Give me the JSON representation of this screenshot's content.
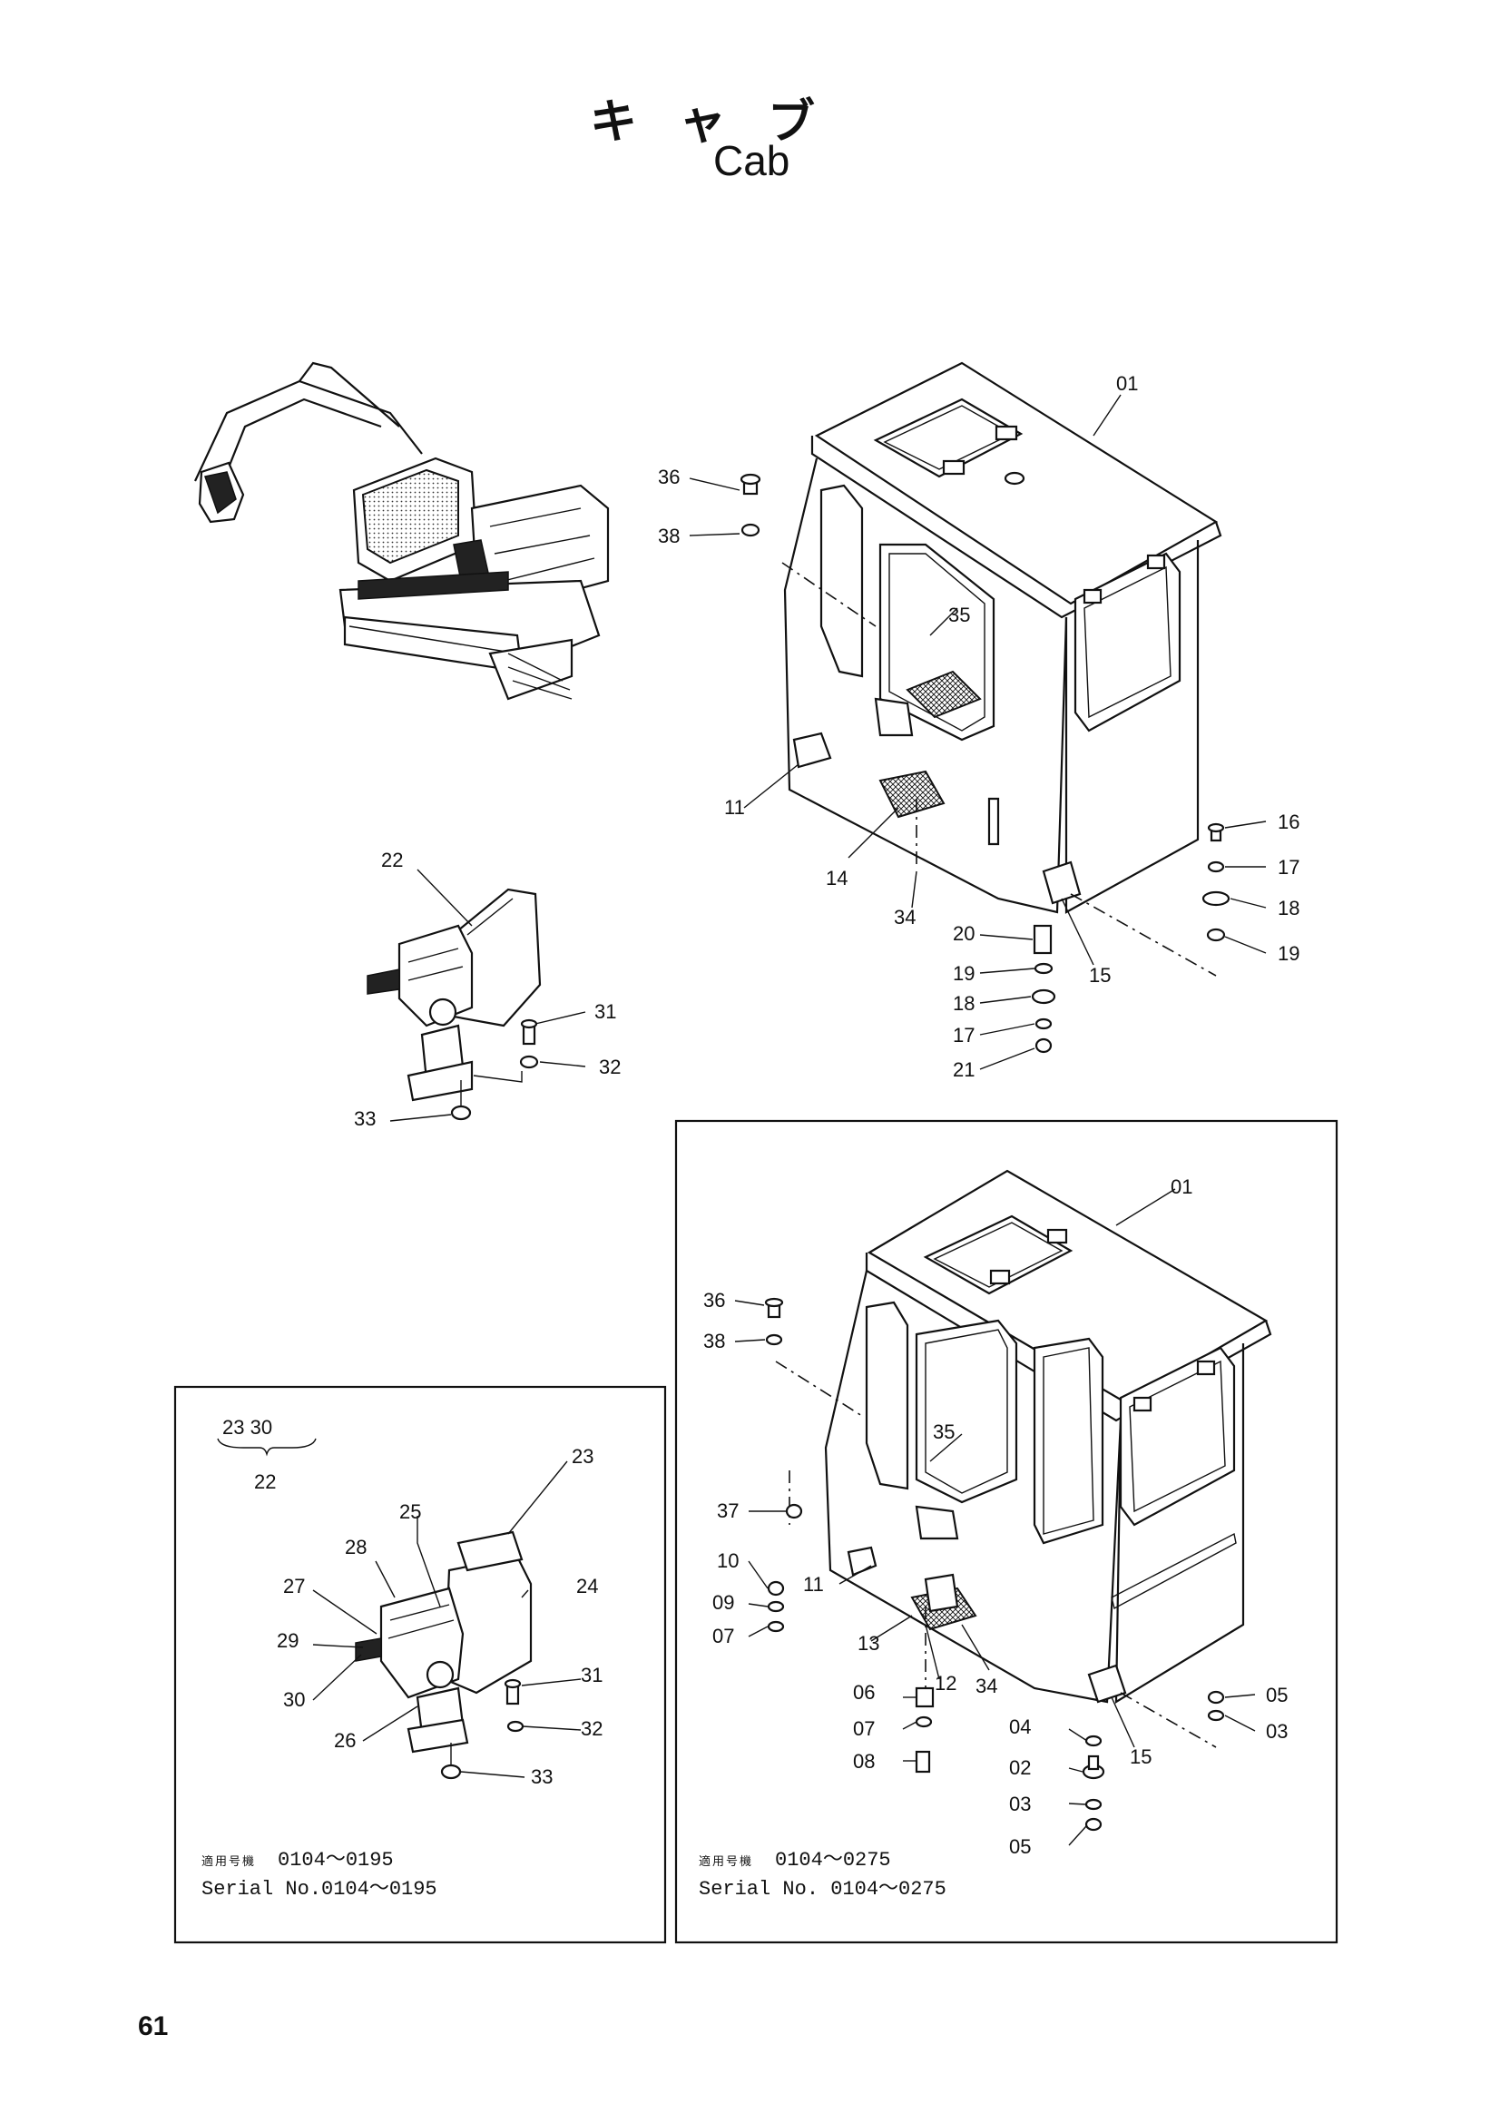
{
  "title_jp": "キャブ",
  "title_en": "Cab",
  "page_number": "61",
  "callouts_main": [
    "01",
    "36",
    "38",
    "35",
    "11",
    "14",
    "34",
    "16",
    "17",
    "18",
    "19",
    "20",
    "19",
    "15",
    "18",
    "17",
    "21",
    "22",
    "31",
    "32",
    "33"
  ],
  "callouts_inset_left": [
    "25",
    "23",
    "28",
    "27",
    "24",
    "29",
    "30",
    "31",
    "32",
    "26",
    "33"
  ],
  "callouts_inset_right": [
    "01",
    "36",
    "38",
    "35",
    "37",
    "10",
    "11",
    "09",
    "07",
    "13",
    "12",
    "34",
    "06",
    "07",
    "08",
    "04",
    "02",
    "15",
    "05",
    "03",
    "03",
    "05"
  ],
  "group_note": {
    "members": "23  30",
    "parent": "22"
  },
  "serial_left": {
    "jp_label": "適用号機",
    "jp_range": "0104〜0195",
    "en": "Serial No.0104〜0195"
  },
  "serial_right": {
    "jp_label": "適用号機",
    "jp_range": "0104〜0275",
    "en": "Serial No. 0104〜0275"
  }
}
